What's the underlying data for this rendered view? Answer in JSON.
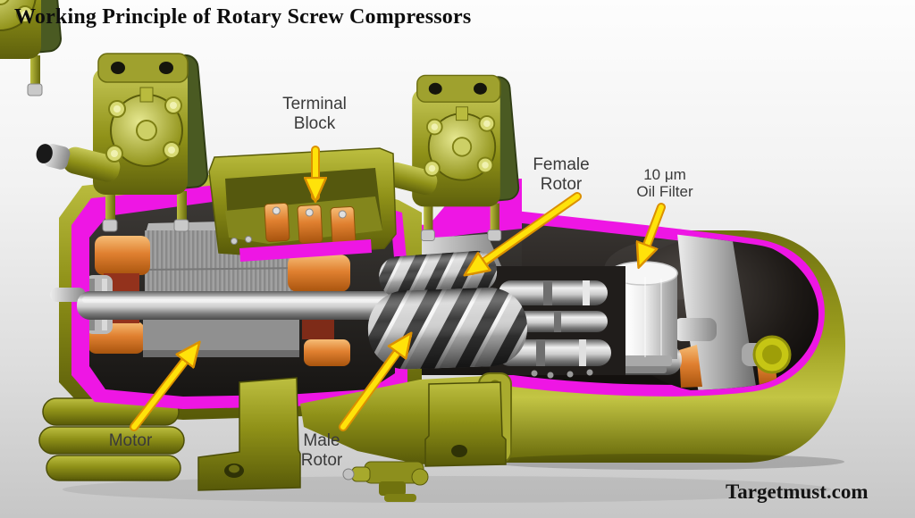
{
  "title": "Working Principle of Rotary Screw Compressors",
  "watermark": "Targetmust.com",
  "annotations": {
    "terminal_block": {
      "line1": "Terminal",
      "line2": "Block"
    },
    "female_rotor": {
      "line1": "Female",
      "line2": "Rotor"
    },
    "oil_filter": {
      "line1": "10 μm",
      "line2": "Oil Filter"
    },
    "motor": {
      "line1": "Motor"
    },
    "male_rotor": {
      "line1": "Male",
      "line2": "Rotor"
    }
  },
  "diagram": {
    "type": "cutaway-illustration",
    "subject": "Rotary screw compressor, sectioned view",
    "labeled_parts": [
      "Terminal Block",
      "Female Rotor",
      "10 μm Oil Filter",
      "Motor",
      "Male Rotor"
    ]
  },
  "colors": {
    "cut_face_magenta": "#EE16E4",
    "housing_olive": "#8F9118",
    "copper_winding": "#DD7A2A",
    "arrow_yellow": "#FFE20A",
    "arrow_outline_orange": "#DB9000",
    "label_text": "#3A3A3A",
    "title_text": "#0D0D0D"
  }
}
